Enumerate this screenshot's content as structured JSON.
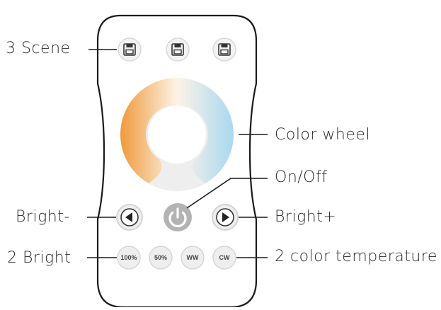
{
  "labels": {
    "scene": "3 Scene",
    "color_wheel": "Color wheel",
    "on_off": "On/Off",
    "bright_minus": "Bright-",
    "bright_plus": "Bright+",
    "two_bright": "2 Bright",
    "two_color_temp": "2 color temperature"
  },
  "buttons": {
    "b100": "100%",
    "b50": "50%",
    "ww": "WW",
    "cw": "CW"
  },
  "icons": {
    "scene": "floppy-disk-icon",
    "power": "power-icon",
    "left": "left-arrow-icon",
    "right": "right-arrow-icon"
  },
  "colors": {
    "warm": "#ef9a3c",
    "cool": "#a9d8f2",
    "outline": "#1a1a1a",
    "button_bg": "#e9e9e9",
    "power_bg": "#b3b3b3"
  }
}
